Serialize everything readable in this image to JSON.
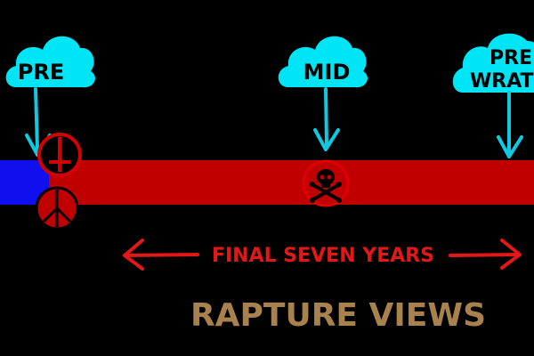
{
  "diagram": {
    "title": "RAPTURE VIEWS",
    "span_label": "FINAL SEVEN YEARS",
    "clouds": [
      {
        "label_lines": [
          "PRE"
        ]
      },
      {
        "label_lines": [
          "MID"
        ]
      },
      {
        "label_lines": [
          "PRE",
          "WRATH"
        ]
      }
    ],
    "symbols": [
      {
        "icon": "inverted-cross-icon"
      },
      {
        "icon": "peace-sign-icon"
      },
      {
        "icon": "skull-crossbones-icon"
      }
    ]
  },
  "colors": {
    "background": "#000000",
    "cloud": "#00e5f5",
    "arrow": "#10c8e0",
    "timeline_red": "#c00000",
    "timeline_blue": "#1010ee",
    "symbol_red": "#d40000",
    "span_red": "#e01818",
    "title": "#a8814c"
  }
}
